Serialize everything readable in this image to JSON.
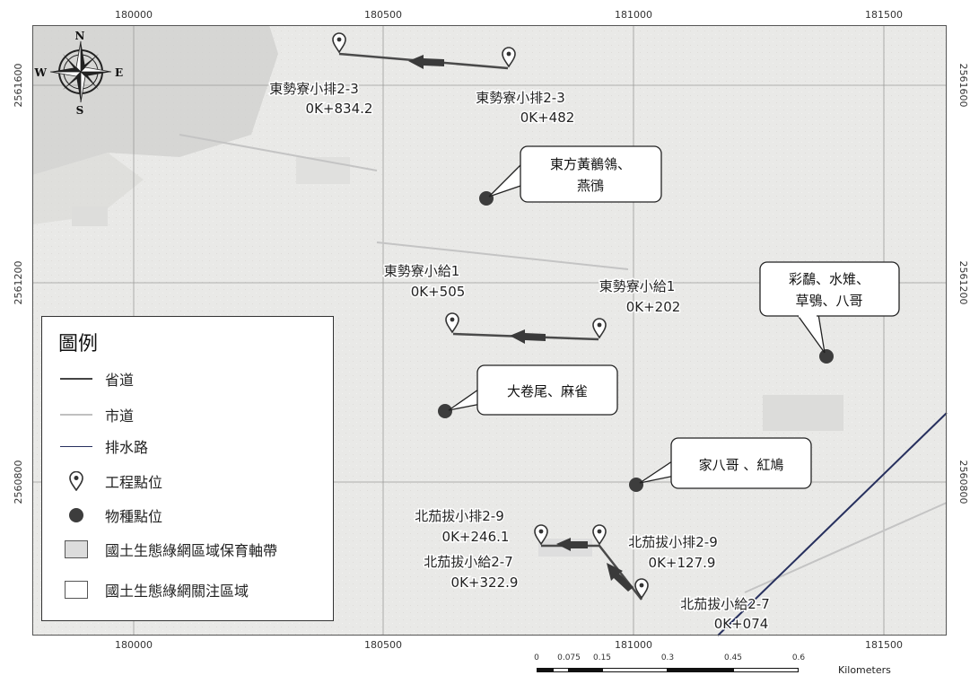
{
  "map": {
    "x_ticks": [
      "180000",
      "180500",
      "181000",
      "181500"
    ],
    "y_ticks": [
      "2561600",
      "2561200",
      "2560800"
    ],
    "compass": {
      "n": "N",
      "s": "S",
      "e": "E",
      "w": "W"
    },
    "callouts": [
      {
        "id": "c1",
        "lines": [
          "東方黃鶺鴒、",
          "燕鴴"
        ]
      },
      {
        "id": "c2",
        "lines": [
          "彩鷸、水雉、",
          "草鴞、八哥"
        ]
      },
      {
        "id": "c3",
        "lines": [
          "大卷尾、麻雀"
        ]
      },
      {
        "id": "c4",
        "lines": [
          "家八哥 、紅鳩"
        ]
      }
    ],
    "site_labels": [
      {
        "id": "s1",
        "lines": [
          "東勢寮小排2-3",
          "0K+834.2"
        ]
      },
      {
        "id": "s2",
        "lines": [
          "東勢寮小排2-3",
          "0K+482"
        ]
      },
      {
        "id": "s3",
        "lines": [
          "東勢寮小給1",
          "0K+505"
        ]
      },
      {
        "id": "s4",
        "lines": [
          "東勢寮小給1",
          "0K+202"
        ]
      },
      {
        "id": "s5",
        "lines": [
          "北茄拔小排2-9",
          "0K+246.1"
        ]
      },
      {
        "id": "s6",
        "lines": [
          "北茄拔小給2-7",
          "0K+322.9"
        ]
      },
      {
        "id": "s7",
        "lines": [
          "北茄拔小排2-9",
          "0K+127.9"
        ]
      },
      {
        "id": "s8",
        "lines": [
          "北茄拔小給2-7",
          "0K+074"
        ]
      }
    ],
    "colors": {
      "provincial_road": "#444444",
      "city_road": "#b0b0b0",
      "drainage": "#27305e",
      "dot": "#3d3d3d",
      "buffer_zone": "#dcdcdc"
    }
  },
  "legend": {
    "title": "圖例",
    "items": [
      {
        "label": "省道",
        "symbol": "line-dark"
      },
      {
        "label": "市道",
        "symbol": "line-light"
      },
      {
        "label": "排水路",
        "symbol": "line-thin"
      },
      {
        "label": "工程點位",
        "symbol": "map-pin-icon"
      },
      {
        "label": "物種點位",
        "symbol": "dot-icon"
      },
      {
        "label": "國土生態綠網區域保育軸帶",
        "symbol": "box-gray"
      },
      {
        "label": "國土生態綠網關注區域",
        "symbol": "box-white"
      }
    ]
  },
  "scalebar": {
    "ticks": [
      "0",
      "0.075",
      "0.15",
      "0.3",
      "0.45",
      "0.6"
    ],
    "unit": "Kilometers"
  }
}
